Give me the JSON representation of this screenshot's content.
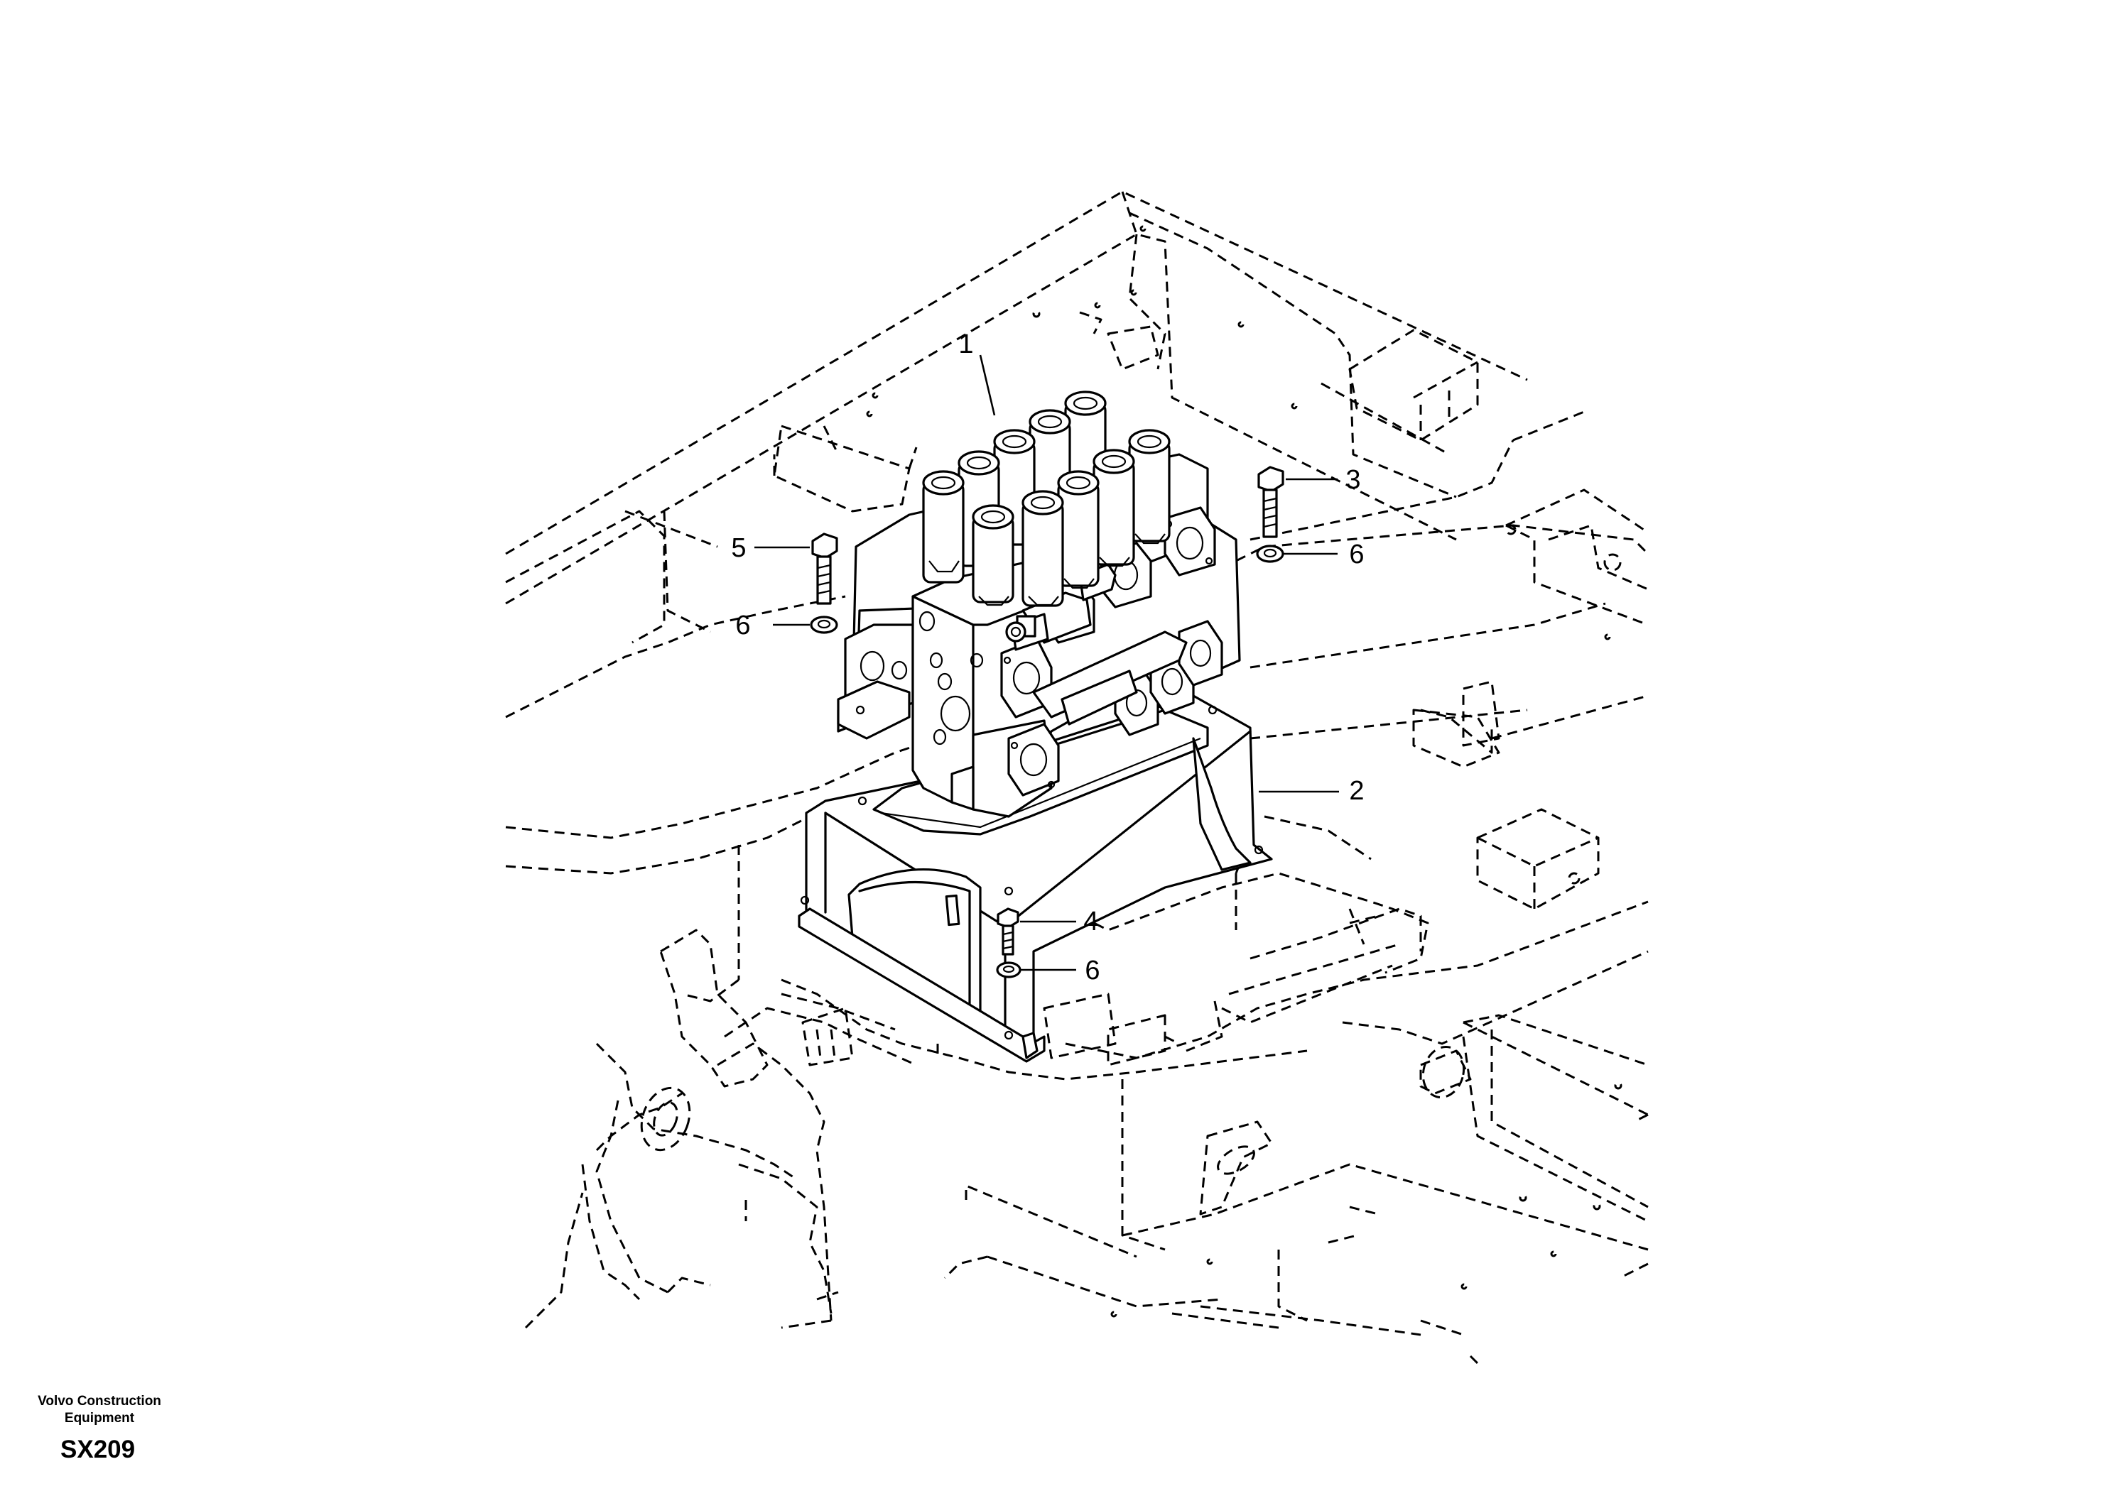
{
  "callouts": [
    {
      "id": "1",
      "label": "1"
    },
    {
      "id": "2",
      "label": "2"
    },
    {
      "id": "3",
      "label": "3"
    },
    {
      "id": "4",
      "label": "4"
    },
    {
      "id": "5",
      "label": "5"
    },
    {
      "id": "6a",
      "label": "6"
    },
    {
      "id": "6b",
      "label": "6"
    },
    {
      "id": "6c",
      "label": "6"
    }
  ],
  "footer": {
    "brand_line1": "Volvo Construction",
    "brand_line2": "Equipment",
    "drawing_code": "SX209"
  },
  "colors": {
    "ink": "#000000",
    "paper": "#ffffff"
  }
}
